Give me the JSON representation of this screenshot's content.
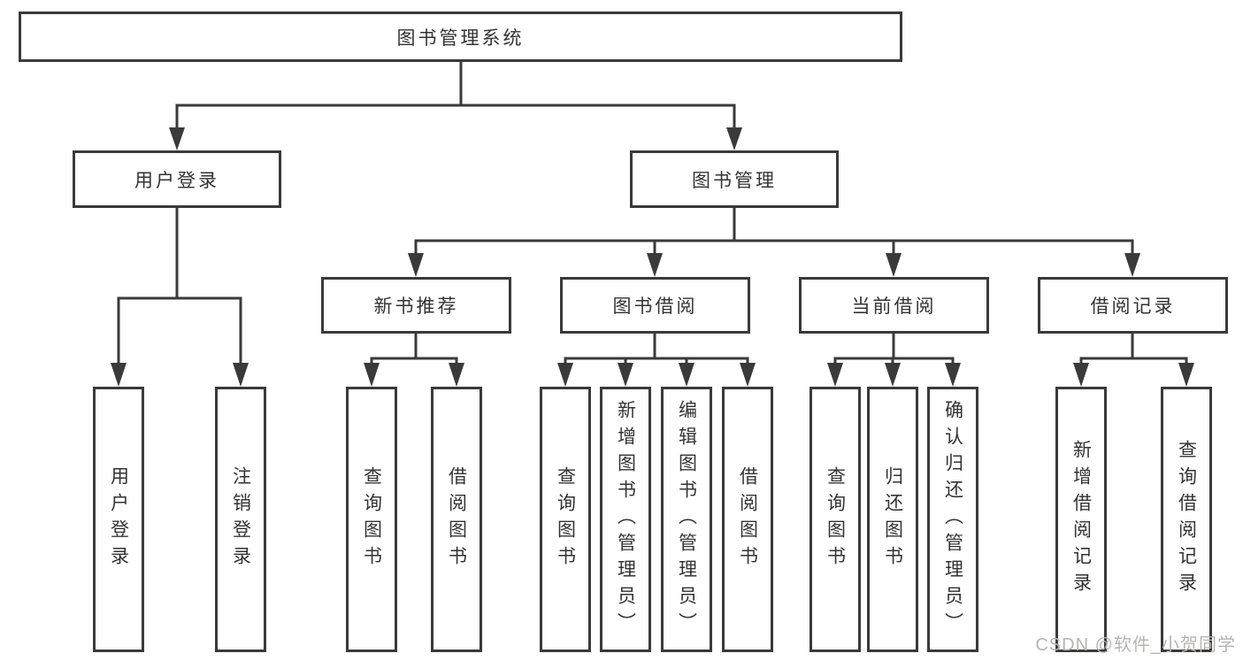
{
  "diagram": {
    "root": {
      "label": "图书管理系统",
      "children": [
        {
          "label": "用户登录",
          "children": [
            {
              "label": "用户登录"
            },
            {
              "label": "注销登录"
            }
          ]
        },
        {
          "label": "图书管理",
          "children": [
            {
              "label": "新书推荐",
              "children": [
                {
                  "label": "查询图书"
                },
                {
                  "label": "借阅图书"
                }
              ]
            },
            {
              "label": "图书借阅",
              "children": [
                {
                  "label": "查询图书"
                },
                {
                  "label": "新增图书（管理员）"
                },
                {
                  "label": "编辑图书（管理员）"
                },
                {
                  "label": "借阅图书"
                }
              ]
            },
            {
              "label": "当前借阅",
              "children": [
                {
                  "label": "查询图书"
                },
                {
                  "label": "归还图书"
                },
                {
                  "label": "确认归还（管理员）"
                }
              ]
            },
            {
              "label": "借阅记录",
              "children": [
                {
                  "label": "新增借阅记录"
                },
                {
                  "label": "查询借阅记录"
                }
              ]
            }
          ]
        }
      ]
    }
  },
  "watermark": {
    "text": "CSDN @软件_小贺同学"
  },
  "colors": {
    "background": "#ffffff",
    "box_fill": "#ffffff",
    "box_border": "#3a3a3a",
    "line": "#3a3a3a",
    "text": "#333333",
    "watermark": "#b7b3b3"
  }
}
